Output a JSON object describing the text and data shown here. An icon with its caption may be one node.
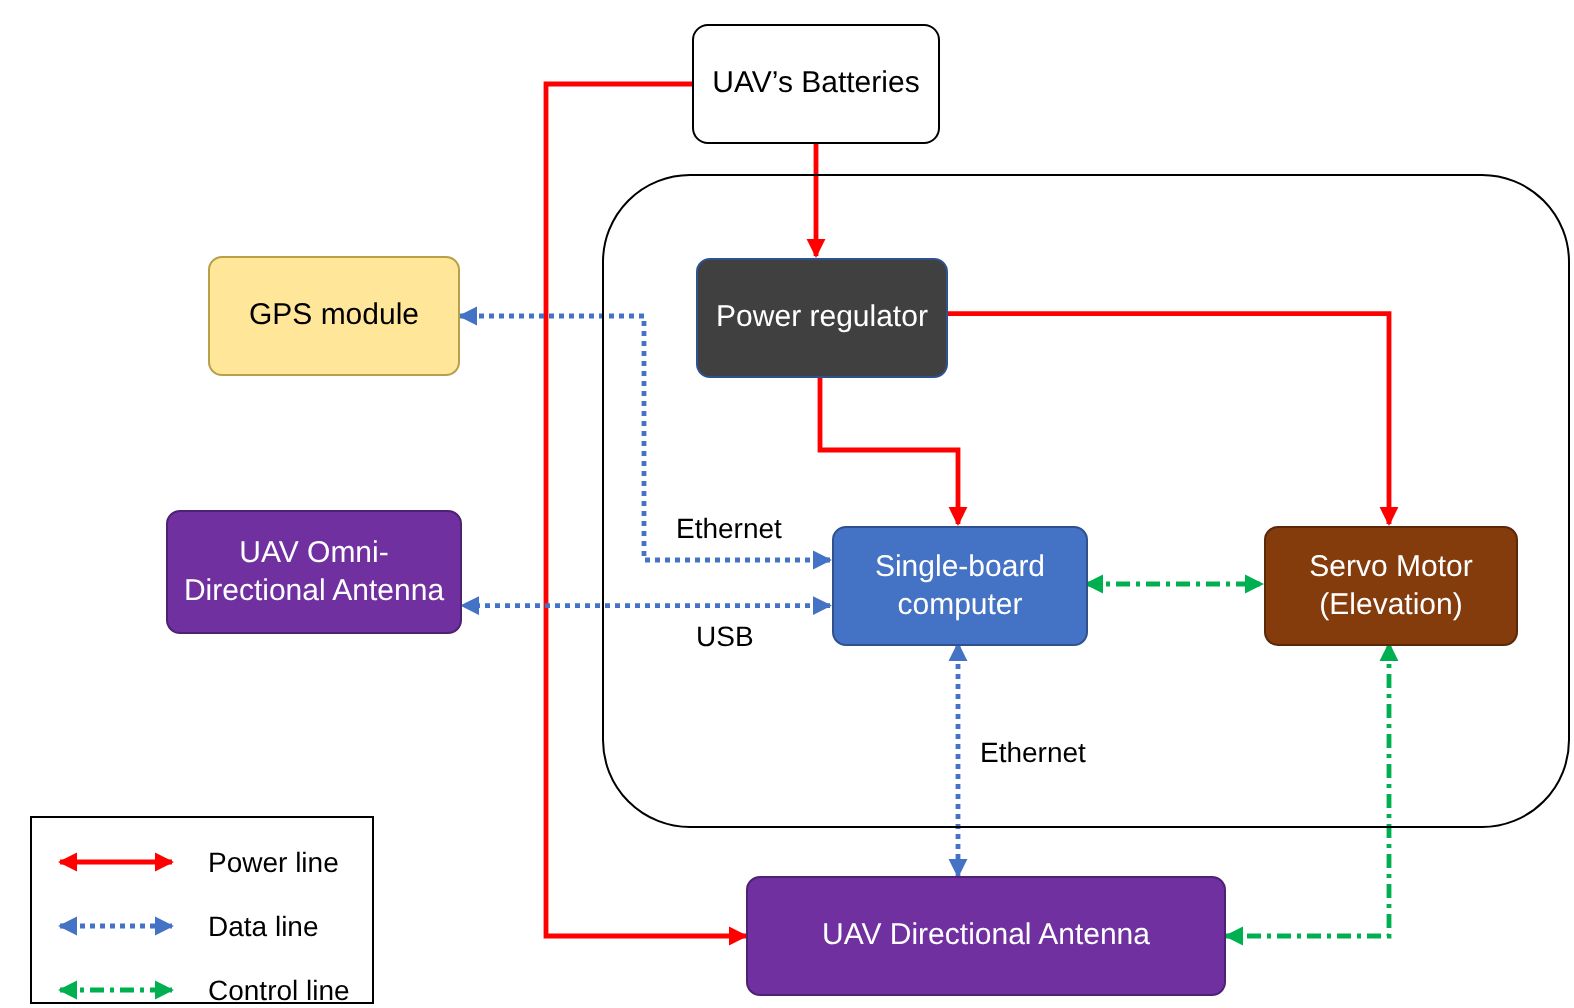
{
  "diagram": {
    "nodes": [
      {
        "text": [
          "UAV’s Batteries"
        ]
      },
      {
        "text": [],
        "shape": "box"
      },
      {
        "text": [
          "GPS module"
        ]
      },
      {
        "text": [
          "Power regulator"
        ],
        "in": 1
      },
      {
        "text": [
          "UAV Omni-Directional Antenna"
        ]
      },
      {
        "text": [
          "Single-board computer"
        ],
        "in": 1
      },
      {
        "text": [
          "Servo Motor (Elevation)"
        ],
        "in": 1
      },
      {
        "text": [
          "UAV Directional Antenna"
        ]
      }
    ],
    "edges": [
      {
        "from": 0,
        "to": 3,
        "arrow": "to"
      },
      {
        "from": 0,
        "to": 7,
        "arrow": "to"
      },
      {
        "from": 3,
        "to": 5,
        "arrow": "to"
      },
      {
        "from": 3,
        "to": 6,
        "arrow": "to"
      },
      {
        "from": 5,
        "to": 2,
        "arrow": "both",
        "label": "Ethernet",
        "style": "dashed",
        "color": "#4472c4"
      },
      {
        "from": 5,
        "to": 4,
        "arrow": "both",
        "label": "USB",
        "style": "dashed",
        "color": "#4472c4"
      },
      {
        "from": 5,
        "to": 7,
        "arrow": "both",
        "label": "Ethernet",
        "style": "dashed",
        "color": "#4472c4"
      },
      {
        "from": 5,
        "to": 6,
        "arrow": "both",
        "style": "dashed",
        "color": "#00b050"
      },
      {
        "from": 6,
        "to": 7,
        "arrow": "both",
        "style": "dashed",
        "color": "#00b050"
      }
    ],
    "legend": [
      {
        "text": "Power line"
      },
      {
        "text": "Data line"
      },
      {
        "text": "Control line"
      }
    ]
  }
}
